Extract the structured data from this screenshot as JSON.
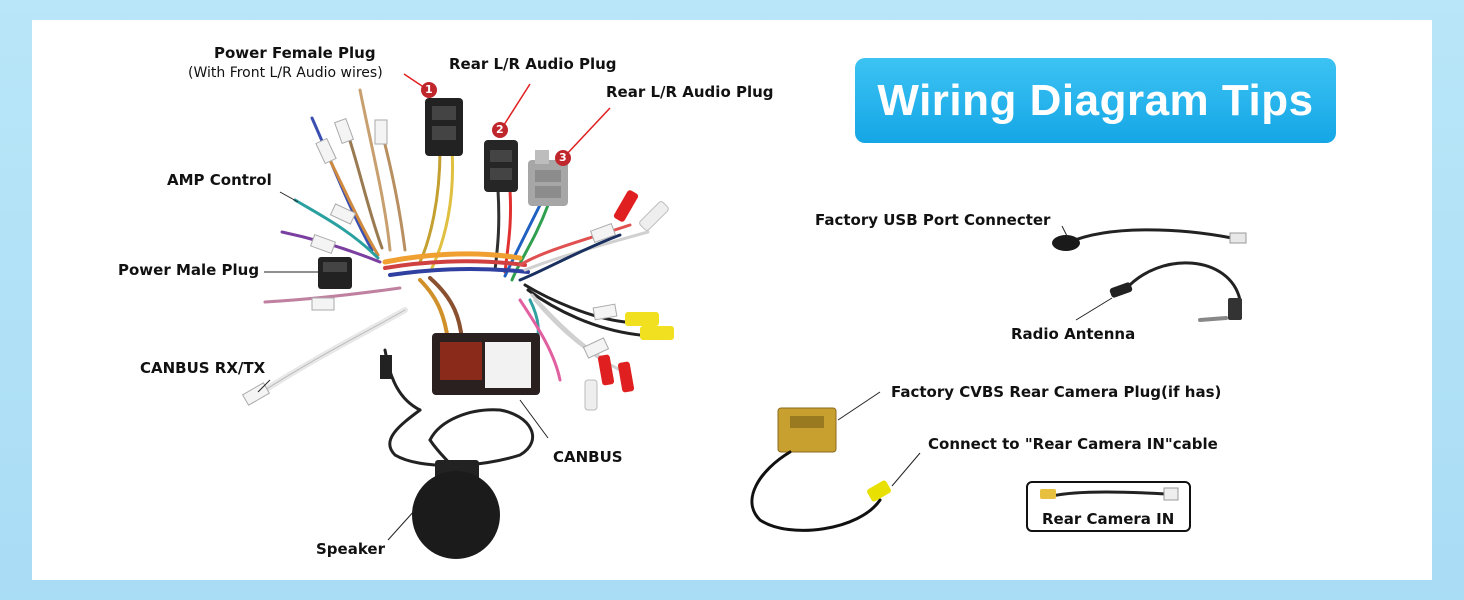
{
  "title": "Wiring Diagram Tips",
  "labels": {
    "power_female_plug": "Power Female Plug",
    "power_female_plug_sub": "(With Front L/R Audio wires)",
    "rear_audio_plug_1": "Rear L/R Audio Plug",
    "rear_audio_plug_2": "Rear L/R Audio Plug",
    "amp_control": "AMP Control",
    "power_male_plug": "Power Male Plug",
    "canbus_rxtx": "CANBUS RX/TX",
    "canbus": "CANBUS",
    "speaker": "Speaker",
    "factory_usb": "Factory USB Port Connecter",
    "radio_antenna": "Radio Antenna",
    "factory_cvbs": "Factory CVBS Rear Camera Plug(if has)",
    "connect_rear_cam": "Connect to \"Rear Camera IN\"cable",
    "rear_camera_in": "Rear Camera IN"
  },
  "badges": [
    "1",
    "2",
    "3"
  ],
  "colors": {
    "accent": "#1aa9e8",
    "badge": "#c0272d",
    "callout_red": "#e02020",
    "background": "#b3e3f7"
  }
}
